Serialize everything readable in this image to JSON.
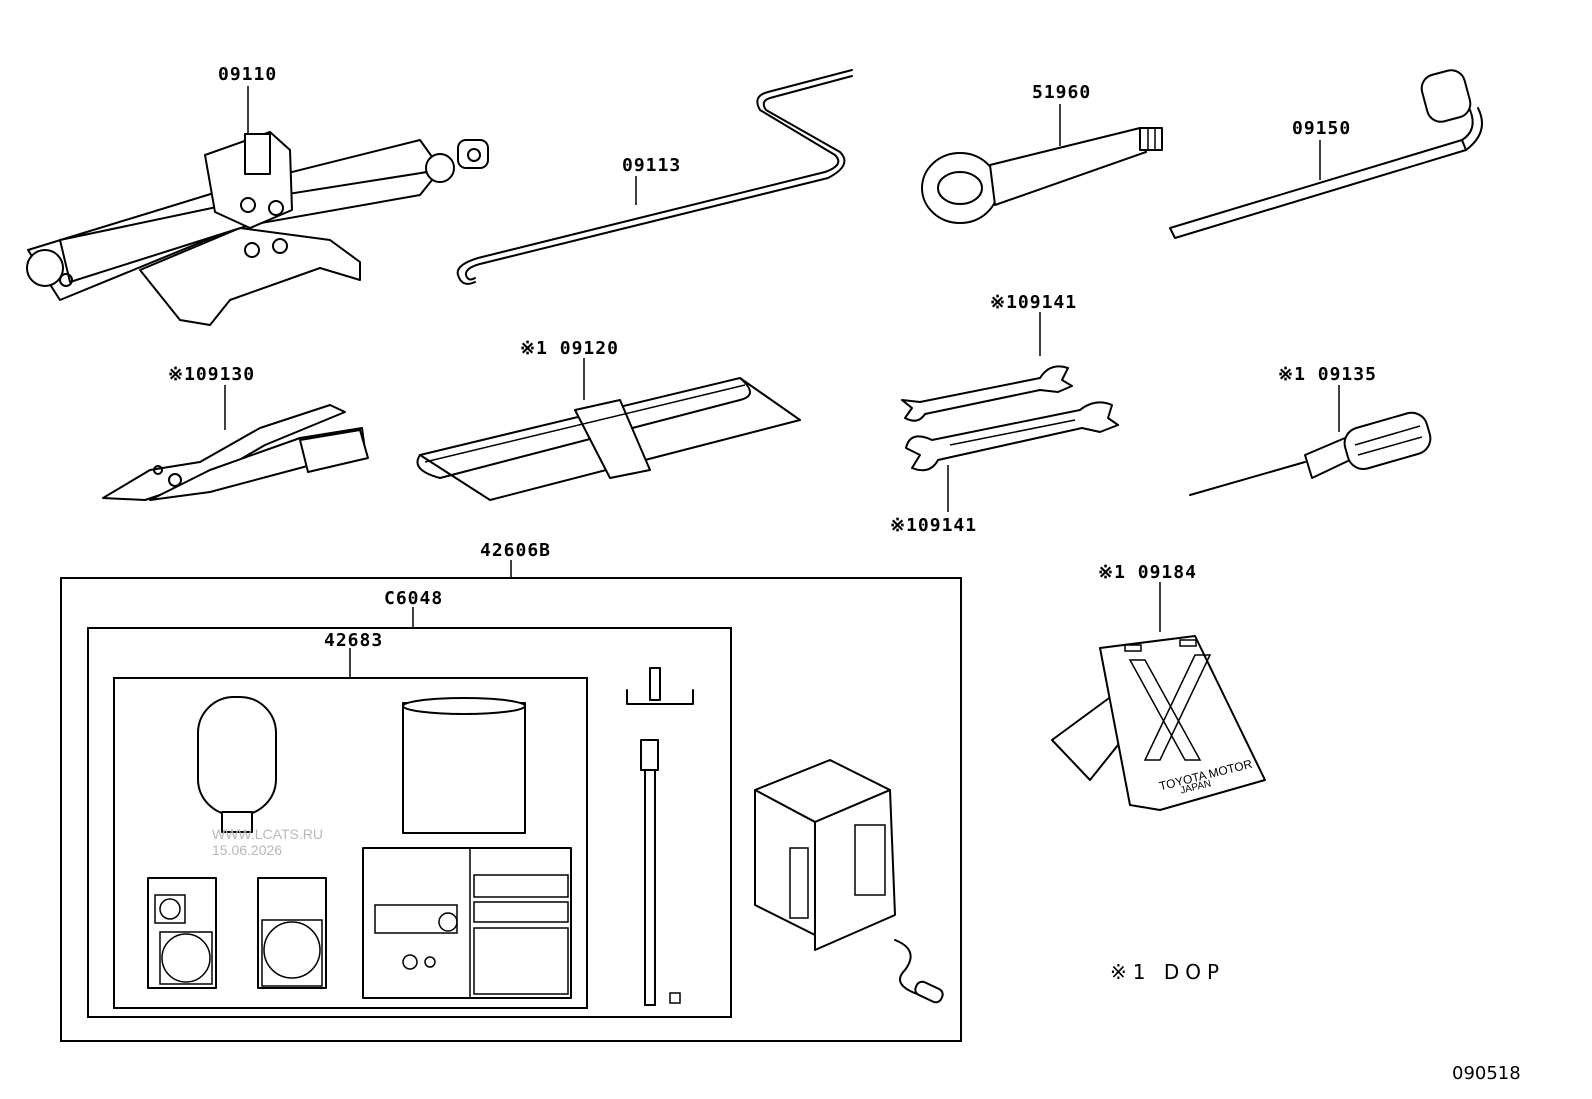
{
  "parts": {
    "jack": "09110",
    "jack_handle": "09113",
    "towing_eye": "51960",
    "wheel_wrench": "09150",
    "pliers": "※109130",
    "tool_bag": "※1 09120",
    "spanner_upper": "※109141",
    "spanner_lower": "※109141",
    "screwdriver": "※1 09135",
    "repair_kit": "42606B",
    "sub_kit": "C6048",
    "sealant_kit": "42683",
    "wheel_chock": "※1 09184"
  },
  "chock_plate": {
    "line1": "TOYOTA MOTOR",
    "line2": "JAPAN"
  },
  "watermark": {
    "line1": "WWW.LCATS.RU",
    "line2": "15.06.2026"
  },
  "note": "※1  DOP",
  "diagram_number": "090518"
}
